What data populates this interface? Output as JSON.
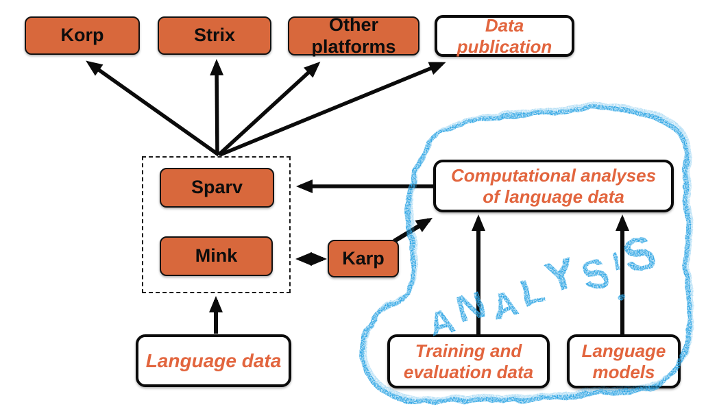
{
  "canvas": {
    "background": "#ffffff"
  },
  "colors": {
    "node_fill": "#D8683C",
    "node_border": "#121212",
    "accent_text": "#E2653E",
    "arrow": "#0b0b0b",
    "scribble_blue": "#2EA5E4"
  },
  "nodes": {
    "korp": {
      "label": "Korp"
    },
    "strix": {
      "label": "Strix"
    },
    "other_platforms": {
      "label": "Other platforms"
    },
    "data_publication": {
      "label": "Data publication"
    },
    "sparv": {
      "label": "Sparv"
    },
    "mink": {
      "label": "Mink"
    },
    "karp": {
      "label": "Karp"
    },
    "computational_analyses": {
      "label": "Computational analyses\nof language data"
    },
    "language_data": {
      "label": "Language data"
    },
    "training_evaluation": {
      "label": "Training and\nevaluation data"
    },
    "language_models": {
      "label": "Language\nmodels"
    }
  },
  "edges": [
    {
      "from": "platform_group",
      "to": "korp",
      "directed": true
    },
    {
      "from": "platform_group",
      "to": "strix",
      "directed": true
    },
    {
      "from": "platform_group",
      "to": "other_platforms",
      "directed": true
    },
    {
      "from": "platform_group",
      "to": "data_publication",
      "directed": true
    },
    {
      "from": "computational_analyses",
      "to": "sparv",
      "directed": true
    },
    {
      "from": "mink",
      "to": "karp",
      "bidirectional": true
    },
    {
      "from": "karp",
      "to": "computational_analyses",
      "directed": true
    },
    {
      "from": "training_evaluation",
      "to": "computational_analyses",
      "directed": true
    },
    {
      "from": "language_models",
      "to": "computational_analyses",
      "directed": true
    },
    {
      "from": "language_data",
      "to": "platform_group",
      "directed": true
    }
  ],
  "annotation": {
    "text": "ANALYSIS",
    "color": "#2EA5E4"
  }
}
